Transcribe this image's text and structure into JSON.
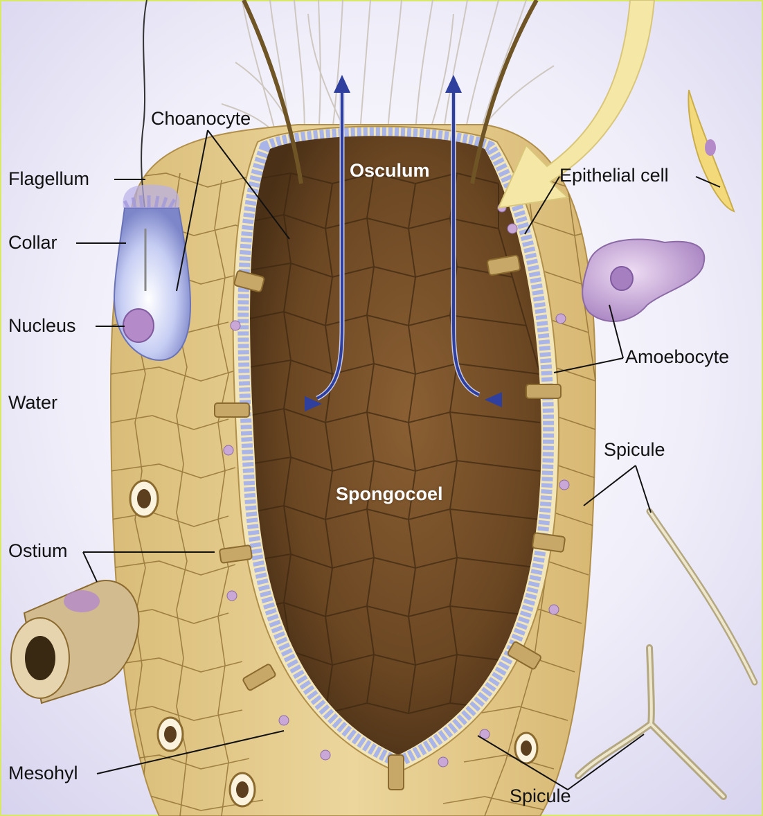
{
  "diagram": {
    "labels": {
      "choanocyte": "Choanocyte",
      "flagellum": "Flagellum",
      "collar": "Collar",
      "nucleus": "Nucleus",
      "water": "Water",
      "ostium": "Ostium",
      "mesohyl": "Mesohyl",
      "osculum": "Osculum",
      "spongocoel": "Spongocoel",
      "epithelial_cell": "Epithelial cell",
      "amoebocyte": "Amoebocyte",
      "spicule_top": "Spicule",
      "spicule_bottom": "Spicule"
    },
    "colors": {
      "background_tint": "#dcd8f0",
      "outer_wall": "#e3c98a",
      "outer_wall_lines": "#8a6a2e",
      "cavity": "#6e4a25",
      "cavity_lines": "#3c2710",
      "choanocyte_layer": "#a9b4e8",
      "flow_arrow": "#2e3f9e",
      "amoebocyte": "#c9a8d8",
      "epithelial_arrow": "#f5e7a6",
      "spicule": "#d8cfae"
    }
  }
}
